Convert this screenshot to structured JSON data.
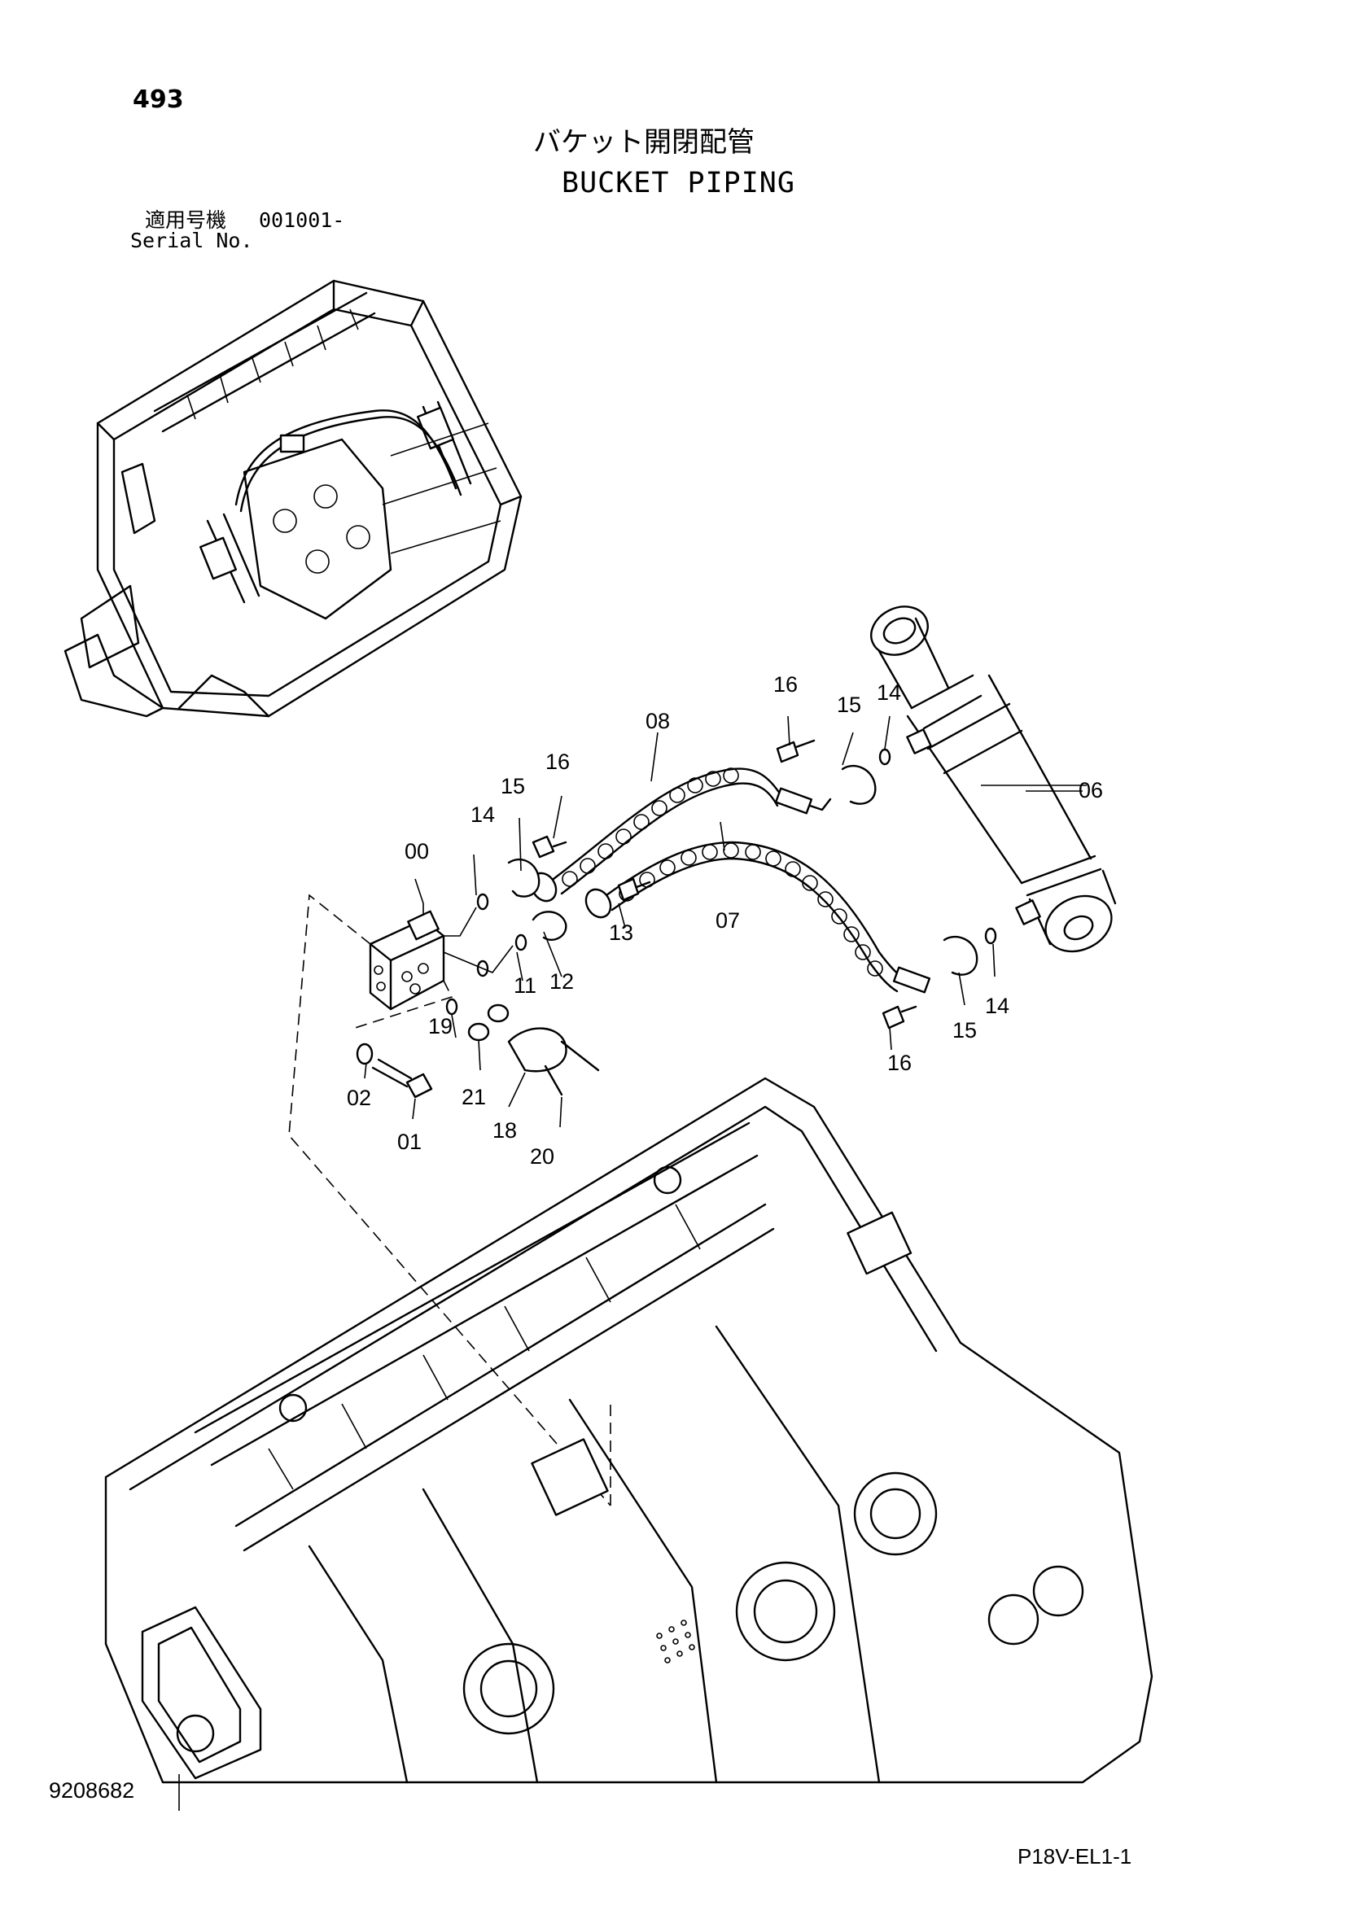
{
  "header": {
    "page_number": "493",
    "title_jp": "バケット開閉配管",
    "title_en": "BUCKET PIPING",
    "serial_label_jp": "適用号機",
    "serial_number": "001001-",
    "serial_label_en": "Serial No."
  },
  "footer": {
    "document_number": "9208682",
    "sheet_code": "P18V-EL1-1"
  },
  "callouts": [
    {
      "part": "00",
      "text": "00"
    },
    {
      "part": "01",
      "text": "01"
    },
    {
      "part": "02",
      "text": "02"
    },
    {
      "part": "06",
      "text": "06"
    },
    {
      "part": "07",
      "text": "07"
    },
    {
      "part": "08",
      "text": "08"
    },
    {
      "part": "11",
      "text": "11"
    },
    {
      "part": "12",
      "text": "12"
    },
    {
      "part": "13",
      "text": "13"
    },
    {
      "part": "14",
      "text": "14"
    },
    {
      "part": "14",
      "text": "14"
    },
    {
      "part": "14",
      "text": "14"
    },
    {
      "part": "15",
      "text": "15"
    },
    {
      "part": "15",
      "text": "15"
    },
    {
      "part": "15",
      "text": "15"
    },
    {
      "part": "16",
      "text": "16"
    },
    {
      "part": "16",
      "text": "16"
    },
    {
      "part": "16",
      "text": "16"
    },
    {
      "part": "18",
      "text": "18"
    },
    {
      "part": "19",
      "text": "19"
    },
    {
      "part": "20",
      "text": "20"
    },
    {
      "part": "21",
      "text": "21"
    }
  ]
}
